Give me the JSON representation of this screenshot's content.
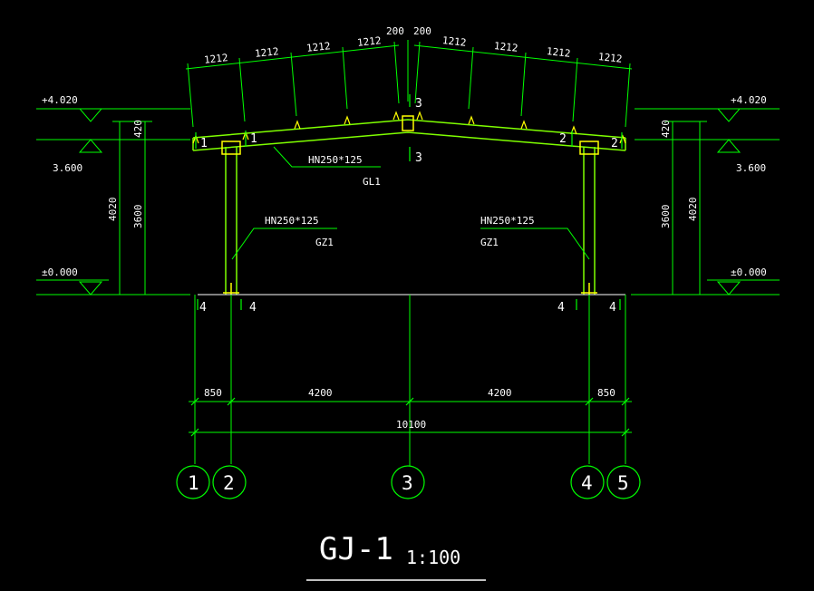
{
  "drawing": {
    "title": "GJ-1",
    "scale": "1:100",
    "colors": {
      "background": "#000000",
      "dimension": "#00ff00",
      "frame": "#00ff00",
      "members": "#7fff00",
      "connections": "#ffff00",
      "text": "#ffffff",
      "ground": "#ffffff"
    },
    "roof_dims": [
      "1212",
      "1212",
      "1212",
      "1212",
      "200",
      "200",
      "1212",
      "1212",
      "1212",
      "1212"
    ],
    "section_marks": {
      "left_roof": [
        "1",
        "1"
      ],
      "right_roof": [
        "2",
        "2"
      ],
      "ridge": [
        "3",
        "3"
      ],
      "base_left": [
        "4",
        "4"
      ],
      "base_right": [
        "4",
        "4"
      ]
    },
    "elevations": {
      "eaves_top": "+4.020",
      "eaves": "3.600",
      "ground": "±0.000"
    },
    "vertical_dims": {
      "overhang": "420",
      "column": "3600",
      "total": "4020"
    },
    "beam": {
      "section": "HN250*125",
      "mark": "GL1"
    },
    "column": {
      "section": "HN250*125",
      "mark": "GZ1"
    },
    "bottom_dims": [
      "850",
      "4200",
      "4200",
      "850"
    ],
    "overall_dim": "10100",
    "axes": [
      "1",
      "2",
      "3",
      "4",
      "5"
    ]
  }
}
